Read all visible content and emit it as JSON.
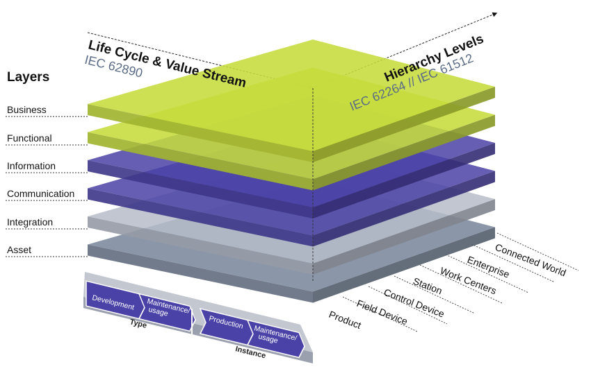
{
  "layers_title": "Layers",
  "layers": [
    "Business",
    "Functional",
    "Information",
    "Communication",
    "Integration",
    "Asset"
  ],
  "life_cycle": {
    "title": "Life Cycle & Value Stream",
    "standard": "IEC 62890"
  },
  "hierarchy": {
    "title": "Hierarchy Levels",
    "standard": "IEC 62264 // IEC 61512"
  },
  "hierarchy_levels": [
    "Connected World",
    "Enterprise",
    "Work Centers",
    "Station",
    "Control Device",
    "Field Device",
    "Product"
  ],
  "type_phase": {
    "label": "Type",
    "steps": [
      "Development",
      "Maintenance/",
      "usage"
    ]
  },
  "instance_phase": {
    "label": "Instance",
    "steps": [
      "Production",
      "Maintenance/",
      "usage"
    ]
  },
  "colors": {
    "business": "#c6dc3c",
    "functional": "#c6dc3c",
    "information": "#4a42a6",
    "communication": "#4a42a6",
    "integration": "#b6bcc9",
    "asset": "#77859a",
    "chevron": "#4a42a6",
    "platform": "#c3c7d0"
  }
}
